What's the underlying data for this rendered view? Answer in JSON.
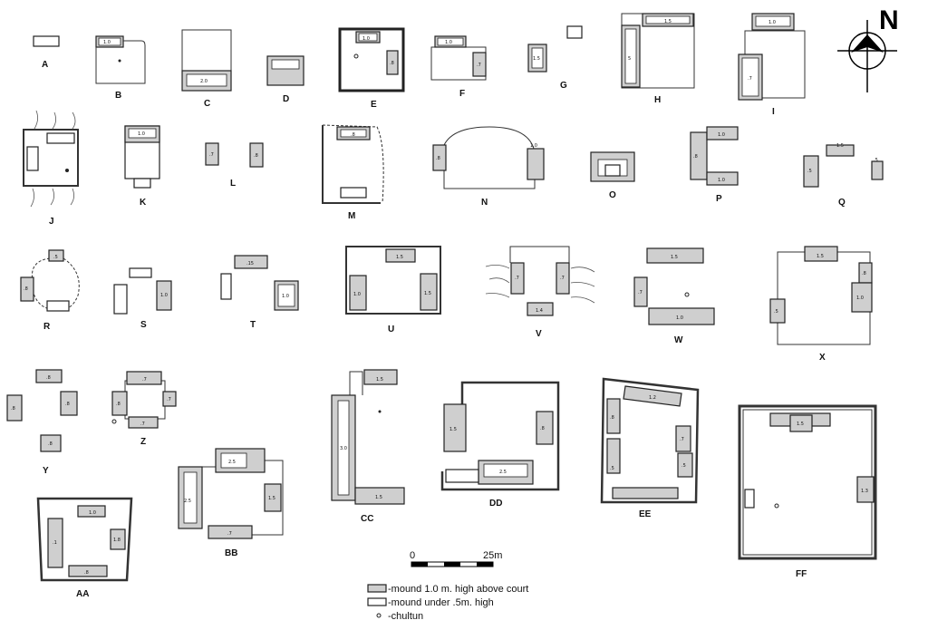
{
  "north_label": "N",
  "groups": [
    {
      "id": "A",
      "label": "A"
    },
    {
      "id": "B",
      "label": "B"
    },
    {
      "id": "C",
      "label": "C"
    },
    {
      "id": "D",
      "label": "D"
    },
    {
      "id": "E",
      "label": "E"
    },
    {
      "id": "F",
      "label": "F"
    },
    {
      "id": "G",
      "label": "G"
    },
    {
      "id": "H",
      "label": "H"
    },
    {
      "id": "I",
      "label": "I"
    },
    {
      "id": "J",
      "label": "J"
    },
    {
      "id": "K",
      "label": "K"
    },
    {
      "id": "L",
      "label": "L"
    },
    {
      "id": "M",
      "label": "M"
    },
    {
      "id": "N",
      "label": "N"
    },
    {
      "id": "O",
      "label": "O"
    },
    {
      "id": "P",
      "label": "P"
    },
    {
      "id": "Q",
      "label": "Q"
    },
    {
      "id": "R",
      "label": "R"
    },
    {
      "id": "S",
      "label": "S"
    },
    {
      "id": "T",
      "label": "T"
    },
    {
      "id": "U",
      "label": "U"
    },
    {
      "id": "V",
      "label": "V"
    },
    {
      "id": "W",
      "label": "W"
    },
    {
      "id": "X",
      "label": "X"
    },
    {
      "id": "Y",
      "label": "Y"
    },
    {
      "id": "Z",
      "label": "Z"
    },
    {
      "id": "AA",
      "label": "AA"
    },
    {
      "id": "BB",
      "label": "BB"
    },
    {
      "id": "CC",
      "label": "CC"
    },
    {
      "id": "DD",
      "label": "DD"
    },
    {
      "id": "EE",
      "label": "EE"
    },
    {
      "id": "FF",
      "label": "FF"
    }
  ],
  "mound_values": {
    "B": "1.0",
    "C": "2.0",
    "E": "1.0",
    "E2": ".8",
    "F": "1.0",
    "F2": ".7",
    "G": "1.5",
    "H": "1.5",
    "H2": "5",
    "I": "1.0",
    "I2": ".7",
    "K": "1.0",
    "L": ".7",
    "L2": ".8",
    "M": ".8",
    "N": ".8",
    "N2": "1.0",
    "P": ".8",
    "P2": "1.0",
    "P3": "1.0",
    "Q": "1.5",
    "Q2": ".5",
    "Q3": ".5",
    "R": ".5",
    "R2": ".8",
    "S": "1.0",
    "T": ".15",
    "T2": "1.0",
    "U": "1.5",
    "U2": "1.0",
    "U3": "1.5",
    "V": ".7",
    "V2": ".7",
    "V3": "1.4",
    "W": "1.5",
    "W2": ".7",
    "W3": "1.0",
    "X": "1.5",
    "X2": ".8",
    "X3": "1.0",
    "X4": ".5",
    "Y": ".8",
    "Y2": ".8",
    "Y3": ".8",
    "Y4": ".8",
    "Z": ".7",
    "Z2": ".8",
    "Z3": ".7",
    "Z4": ".7",
    "AA": "1.0",
    "AA2": ".1",
    "AA3": "1.8",
    "AA4": ".8",
    "BB": "2.5",
    "BB2": "2.5",
    "BB3": "1.5",
    "BB4": ".7",
    "CC": "1.5",
    "CC2": "3.0",
    "CC3": "1.5",
    "DD": "1.5",
    "DD2": "2.5",
    "DD3": ".8",
    "EE": "1.2",
    "EE2": ".8",
    "EE3": ".5",
    "EE4": ".7",
    "EE5": ".5",
    "FF": "1.5",
    "FF2": "1.3"
  },
  "scale": {
    "start": "0",
    "end": "25m"
  },
  "legend": [
    {
      "text": "-mound 1.0 m. high above court"
    },
    {
      "text": "-mound under .5m. high"
    },
    {
      "text": "-chultun"
    }
  ]
}
